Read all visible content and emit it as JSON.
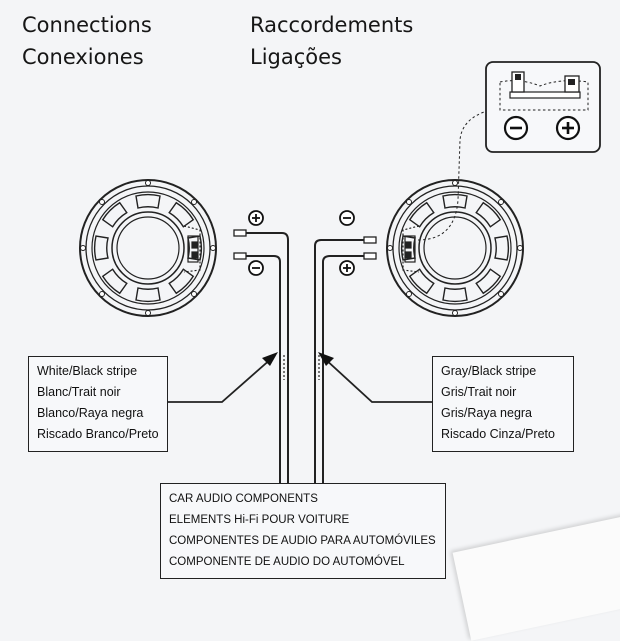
{
  "titles": {
    "en": "Connections",
    "fr": "Raccordements",
    "es": "Conexiones",
    "pt": "Ligações"
  },
  "left_label": {
    "en": "White/Black stripe",
    "fr": "Blanc/Trait noir",
    "es": "Blanco/Raya negra",
    "pt": "Riscado Branco/Preto"
  },
  "right_label": {
    "en": "Gray/Black stripe",
    "fr": "Gris/Trait noir",
    "es": "Gris/Raya negra",
    "pt": "Riscado Cinza/Preto"
  },
  "bottom_label": {
    "en": "CAR AUDIO COMPONENTS",
    "fr": "ELEMENTS Hi-Fi POUR VOITURE",
    "es": "COMPONENTES DE AUDIO PARA AUTOMÓVILES",
    "pt": "COMPONENTE DE AUDIO DO AUTOMÓVEL"
  },
  "polarity": {
    "plus": "⊕",
    "minus": "⊖"
  }
}
